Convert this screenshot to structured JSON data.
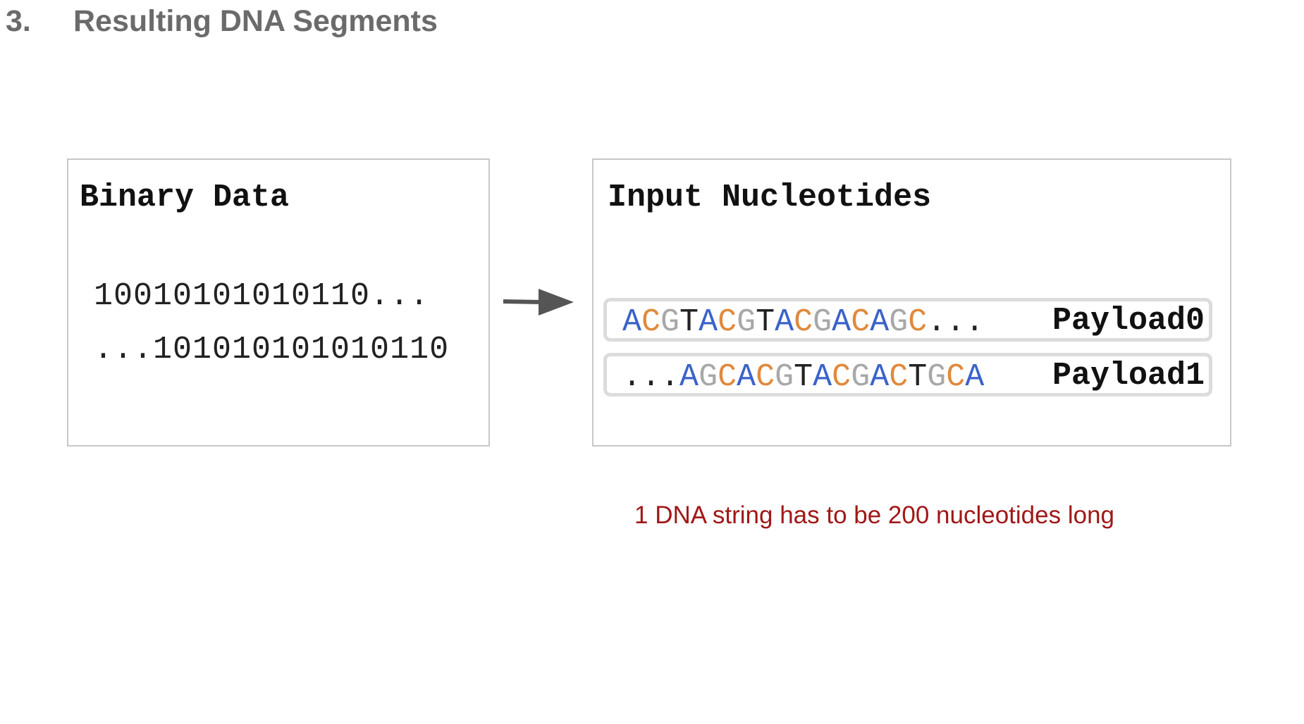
{
  "heading": {
    "number": "3.",
    "title": "Resulting DNA Segments"
  },
  "binary_box": {
    "title": "Binary Data",
    "lines": [
      "10010101010110...",
      "...101010101010110"
    ]
  },
  "nucleotide_box": {
    "title": "Input Nucleotides",
    "payloads": [
      {
        "sequence": "ACGTACGTACGACAGC...",
        "label": "Payload0"
      },
      {
        "sequence": "...AGCACGTACGACTGCA",
        "label": "Payload1"
      }
    ]
  },
  "note": "1 DNA string has to be 200 nucleotides long",
  "colors": {
    "A": "#3a62c9",
    "C": "#e08a3c",
    "G": "#a8a8a8",
    "T": "#222222",
    "dots": "#222222",
    "note": "#a01818",
    "heading": "#6b6b6b",
    "arrow": "#555555",
    "box_border": "#c8c8c8"
  },
  "icons": {
    "arrow": "right-arrow-icon"
  }
}
